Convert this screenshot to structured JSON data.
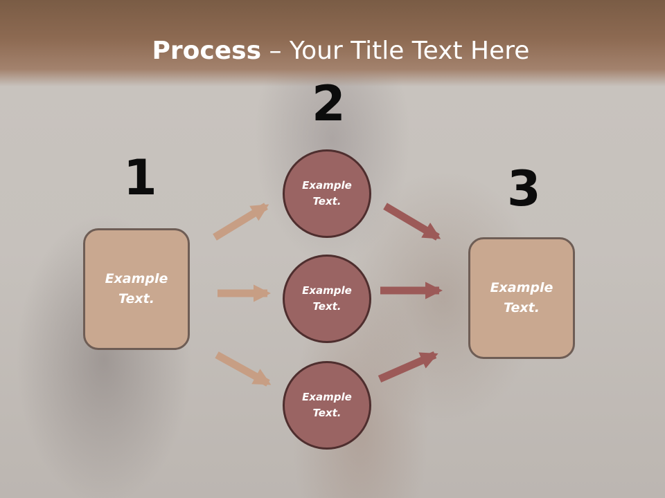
{
  "title": {
    "bold": "Process",
    "rest": " – Your Title Text Here"
  },
  "steps": [
    {
      "number": "1",
      "text": "Example\nText."
    },
    {
      "number": "2"
    },
    {
      "number": "3",
      "text": "Example\nText."
    }
  ],
  "circles": [
    {
      "text": "Example\nText."
    },
    {
      "text": "Example\nText."
    },
    {
      "text": "Example\nText."
    }
  ],
  "colors": {
    "header": "#8d6a52",
    "box_fill": "#c9a890",
    "circle_fill": "#9a6463",
    "arrow_light": "#c79e84",
    "arrow_dark": "#9c5a58"
  }
}
